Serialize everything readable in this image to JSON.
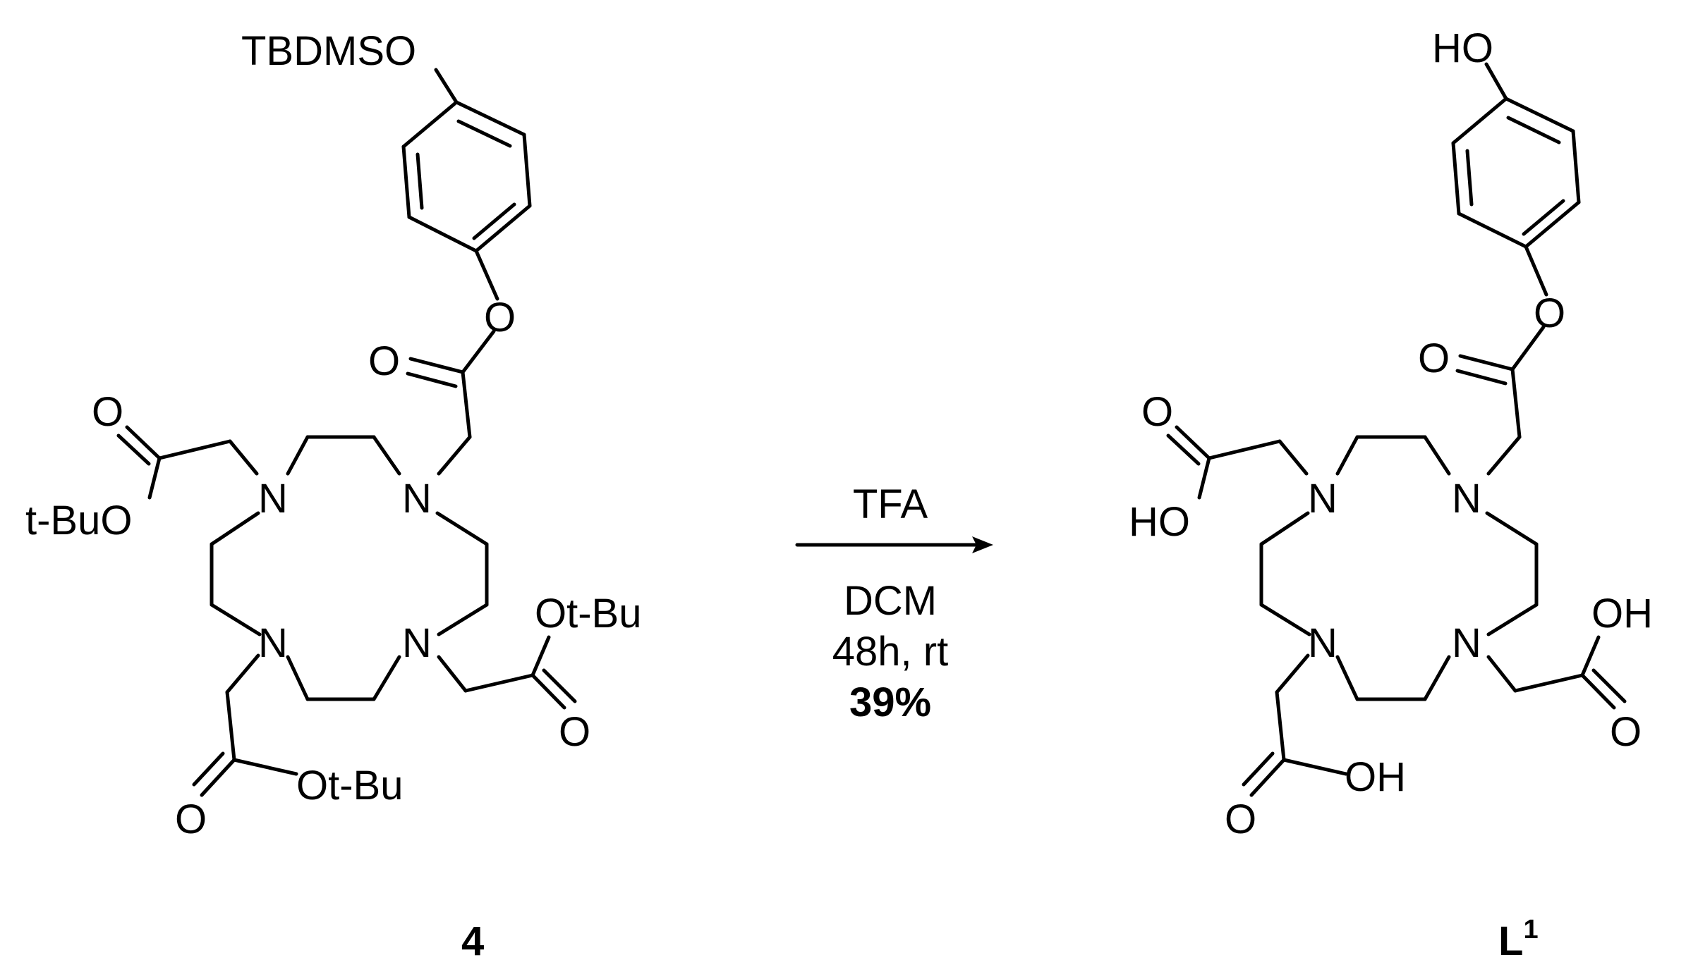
{
  "reaction": {
    "reagent": "TFA",
    "solvent": "DCM",
    "time_temp": "48h, rt",
    "yield": "39%"
  },
  "starting_material": {
    "label": "4",
    "atoms": {
      "silyl_ether": "TBDMSO",
      "n1": "N",
      "n2": "N",
      "n3": "N",
      "n4": "N",
      "ester_o_link": "O",
      "ester_o_carbonyl": "O",
      "left_carbonyl_o": "O",
      "left_ester": "t-BuO",
      "right_ester": "Ot-Bu",
      "right_carbonyl_o": "O",
      "bottom_ester": "Ot-Bu",
      "bottom_carbonyl_o": "O"
    }
  },
  "product": {
    "label_main": "L",
    "label_sup": "1",
    "atoms": {
      "phenol": "HO",
      "n1": "N",
      "n2": "N",
      "n3": "N",
      "n4": "N",
      "ester_o_link": "O",
      "ester_o_carbonyl": "O",
      "left_carbonyl_o": "O",
      "left_acid": "HO",
      "right_acid": "OH",
      "right_carbonyl_o": "O",
      "bottom_acid": "OH",
      "bottom_carbonyl_o": "O"
    }
  }
}
